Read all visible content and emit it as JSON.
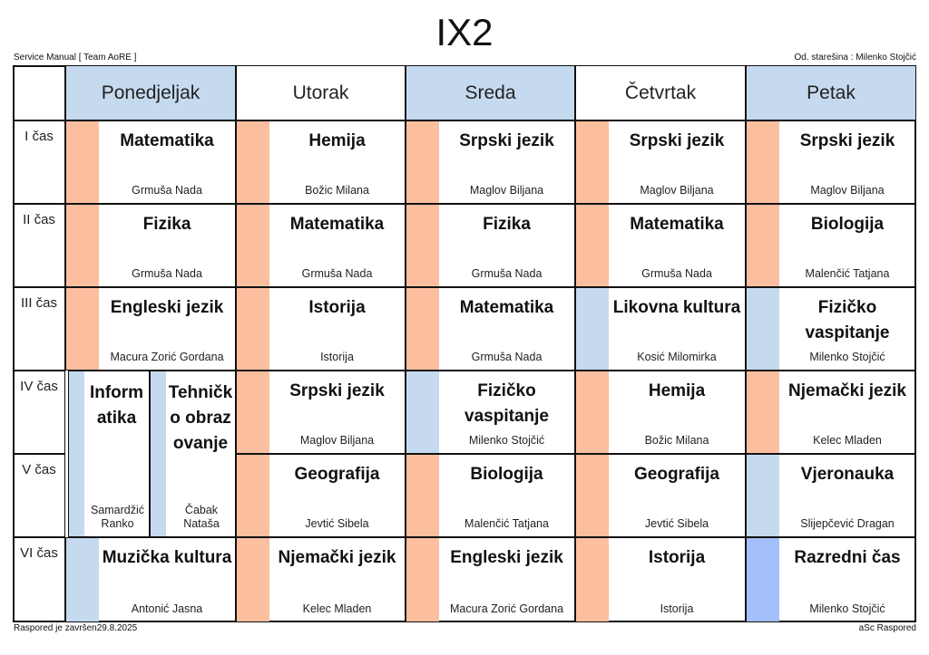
{
  "title": "IX2",
  "header_left": "Service Manual [ Team AoRE ]",
  "header_right": "Od. starešina : Milenko Stojčić",
  "footer_left": "Raspored je završen29.8.2025",
  "footer_right": "aSc Raspored",
  "colors": {
    "orange": "#fbbf9f",
    "lightblue": "#c5daee",
    "blue": "#a3c0fb"
  },
  "days": [
    {
      "label": "Ponedjeljak",
      "highlight": true
    },
    {
      "label": "Utorak",
      "highlight": false
    },
    {
      "label": "Sreda",
      "highlight": true
    },
    {
      "label": "Četvrtak",
      "highlight": false
    },
    {
      "label": "Petak",
      "highlight": true
    }
  ],
  "periods": [
    "I čas",
    "II čas",
    "III čas",
    "IV čas",
    "V čas",
    "VI čas"
  ],
  "cells": [
    {
      "day": 0,
      "row": 0,
      "span": 1,
      "subject": "Matematika",
      "teacher": "Grmuša Nada",
      "color": "orange"
    },
    {
      "day": 1,
      "row": 0,
      "span": 1,
      "subject": "Hemija",
      "teacher": "Božic Milana",
      "color": "orange"
    },
    {
      "day": 2,
      "row": 0,
      "span": 1,
      "subject": "Srpski jezik",
      "teacher": "Maglov Biljana",
      "color": "orange"
    },
    {
      "day": 3,
      "row": 0,
      "span": 1,
      "subject": "Srpski jezik",
      "teacher": "Maglov Biljana",
      "color": "orange"
    },
    {
      "day": 4,
      "row": 0,
      "span": 1,
      "subject": "Srpski jezik",
      "teacher": "Maglov Biljana",
      "color": "orange"
    },
    {
      "day": 0,
      "row": 1,
      "span": 1,
      "subject": "Fizika",
      "teacher": "Grmuša Nada",
      "color": "orange"
    },
    {
      "day": 1,
      "row": 1,
      "span": 1,
      "subject": "Matematika",
      "teacher": "Grmuša Nada",
      "color": "orange"
    },
    {
      "day": 2,
      "row": 1,
      "span": 1,
      "subject": "Fizika",
      "teacher": "Grmuša Nada",
      "color": "orange"
    },
    {
      "day": 3,
      "row": 1,
      "span": 1,
      "subject": "Matematika",
      "teacher": "Grmuša Nada",
      "color": "orange"
    },
    {
      "day": 4,
      "row": 1,
      "span": 1,
      "subject": "Biologija",
      "teacher": "Malenčić Tatjana",
      "color": "orange"
    },
    {
      "day": 0,
      "row": 2,
      "span": 1,
      "subject": "Engleski jezik",
      "teacher": "Macura Zorić Gordana",
      "color": "orange"
    },
    {
      "day": 1,
      "row": 2,
      "span": 1,
      "subject": "Istorija",
      "teacher": "Istorija",
      "color": "orange"
    },
    {
      "day": 2,
      "row": 2,
      "span": 1,
      "subject": "Matematika",
      "teacher": "Grmuša Nada",
      "color": "orange"
    },
    {
      "day": 3,
      "row": 2,
      "span": 1,
      "subject": "Likovna kultura",
      "teacher": "Kosić Milomirka",
      "color": "lightblue"
    },
    {
      "day": 4,
      "row": 2,
      "span": 1,
      "subject": "Fizičko vaspitanje",
      "teacher": "Milenko Stojčić",
      "color": "lightblue"
    },
    {
      "day": 0,
      "row": 3,
      "span": 2,
      "half": 0,
      "subject": "Inform atika",
      "teacher": "Samardžić Ranko",
      "color": "lightblue"
    },
    {
      "day": 0,
      "row": 3,
      "span": 2,
      "half": 1,
      "subject": "Tehničk o obraz ovanje",
      "teacher": "Čabak Nataša",
      "color": "lightblue"
    },
    {
      "day": 1,
      "row": 3,
      "span": 1,
      "subject": "Srpski jezik",
      "teacher": "Maglov Biljana",
      "color": "orange"
    },
    {
      "day": 2,
      "row": 3,
      "span": 1,
      "subject": "Fizičko vaspitanje",
      "teacher": "Milenko Stojčić",
      "color": "lightblue"
    },
    {
      "day": 3,
      "row": 3,
      "span": 1,
      "subject": "Hemija",
      "teacher": "Božic Milana",
      "color": "orange"
    },
    {
      "day": 4,
      "row": 3,
      "span": 1,
      "subject": "Njemački jezik",
      "teacher": "Kelec Mladen",
      "color": "orange"
    },
    {
      "day": 1,
      "row": 4,
      "span": 1,
      "subject": "Geografija",
      "teacher": "Jevtić Sibela",
      "color": "orange"
    },
    {
      "day": 2,
      "row": 4,
      "span": 1,
      "subject": "Biologija",
      "teacher": "Malenčić Tatjana",
      "color": "orange"
    },
    {
      "day": 3,
      "row": 4,
      "span": 1,
      "subject": "Geografija",
      "teacher": "Jevtić Sibela",
      "color": "orange"
    },
    {
      "day": 4,
      "row": 4,
      "span": 1,
      "subject": "Vjeronauka",
      "teacher": "Slijepčević Dragan",
      "color": "lightblue"
    },
    {
      "day": 0,
      "row": 5,
      "span": 1,
      "subject": "Muzička kultura",
      "teacher": "Antonić Jasna",
      "color": "lightblue"
    },
    {
      "day": 1,
      "row": 5,
      "span": 1,
      "subject": "Njemački jezik",
      "teacher": "Kelec Mladen",
      "color": "orange"
    },
    {
      "day": 2,
      "row": 5,
      "span": 1,
      "subject": "Engleski jezik",
      "teacher": "Macura Zorić Gordana",
      "color": "orange"
    },
    {
      "day": 3,
      "row": 5,
      "span": 1,
      "subject": "Istorija",
      "teacher": "Istorija",
      "color": "orange"
    },
    {
      "day": 4,
      "row": 5,
      "span": 1,
      "subject": "Razredni čas",
      "teacher": "Milenko Stojčić",
      "color": "blue"
    }
  ]
}
